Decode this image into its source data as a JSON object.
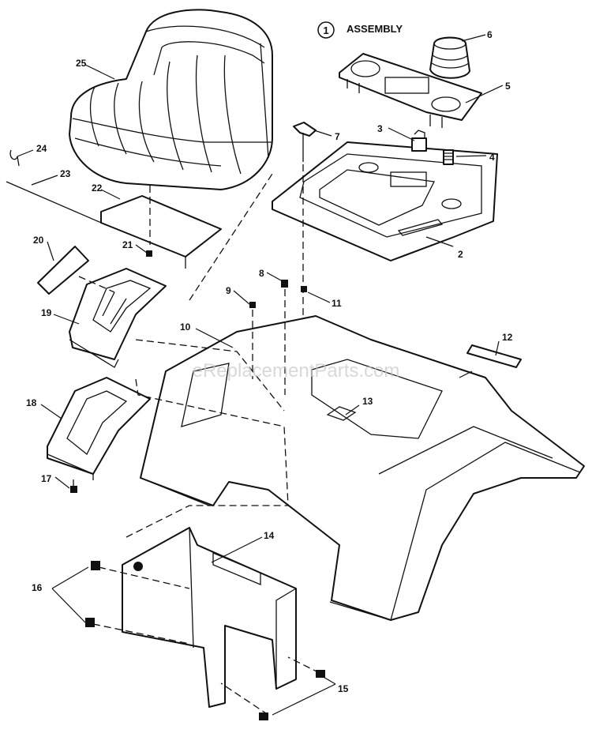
{
  "assembly": {
    "number": "1",
    "label": "ASSEMBLY"
  },
  "watermark": "eReplacementParts.com",
  "callouts": {
    "c2": "2",
    "c3": "3",
    "c4": "4",
    "c5": "5",
    "c6": "6",
    "c7": "7",
    "c8": "8",
    "c9": "9",
    "c10": "10",
    "c11": "11",
    "c12": "12",
    "c13": "13",
    "c14": "14",
    "c15": "15",
    "c16": "16",
    "c17": "17",
    "c18": "18",
    "c19": "19",
    "c20": "20",
    "c21": "21",
    "c22": "22",
    "c23": "23",
    "c24": "24",
    "c25": "25"
  }
}
